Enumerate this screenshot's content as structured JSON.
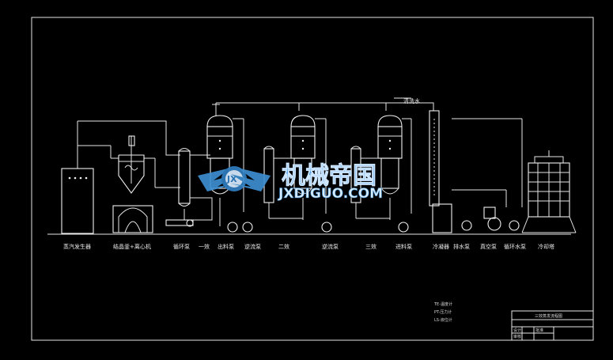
{
  "labels": {
    "steam_generator": "蒸汽发生器",
    "crystallizer_centrifuge": "结晶釜+离心机",
    "circulation_pump": "循环泵",
    "effect_1": "一效",
    "discharge_pump": "出料泵",
    "reflux_pump_1": "逆流泵",
    "effect_2": "二效",
    "reflux_pump_2": "逆流泵",
    "effect_3": "三效",
    "feed_pump": "进料泵",
    "condenser": "冷凝器",
    "drain_pump": "排水泵",
    "vacuum_pump": "真空泵",
    "cooling_water_pump": "循环水泵",
    "cooling_tower": "冷却塔",
    "clean_water": "清洗水"
  },
  "legend": [
    "TE-温度计",
    "PT-压力计",
    "LS-液位计"
  ],
  "title_block": {
    "title": "三效蒸发流程图",
    "cells": [
      "设计",
      "审核",
      "批准"
    ]
  },
  "watermark": {
    "cn": "机械帝国",
    "en": "JXDIGUO.COM",
    "emblem": "JX"
  },
  "colors": {
    "background": "#000000",
    "lines": "#e6e6e6",
    "watermark": "#3d8fd0"
  }
}
